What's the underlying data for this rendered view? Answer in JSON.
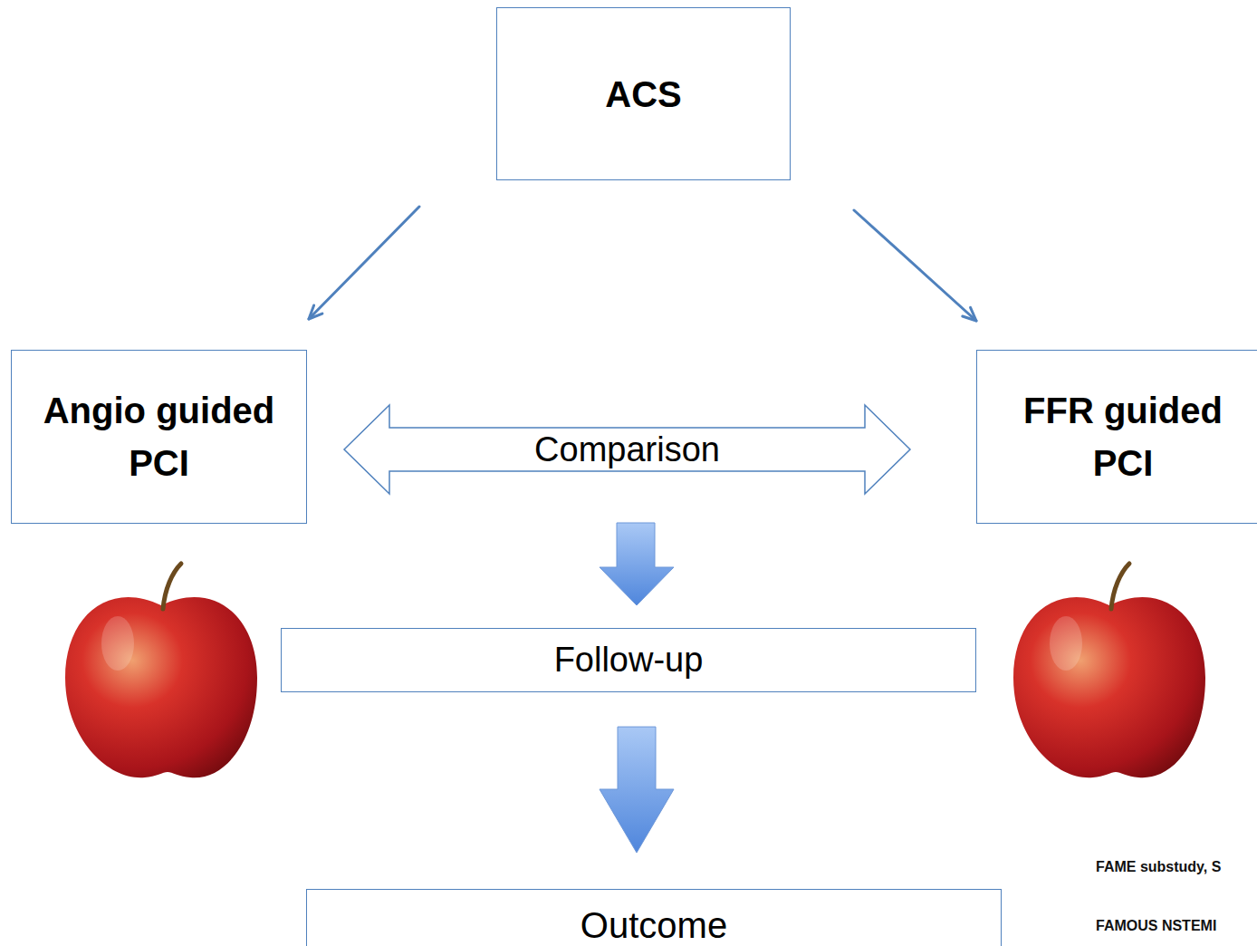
{
  "diagram": {
    "nodes": [
      {
        "text": [
          "ACS"
        ]
      },
      {
        "text": [
          "Angio guided PCI"
        ]
      },
      {
        "text": [
          "FFR guided PCI"
        ]
      },
      {
        "text": [
          "Follow-up"
        ]
      },
      {
        "text": [
          "Outcome"
        ]
      }
    ],
    "edges": [
      {
        "from": 0,
        "to": 1,
        "arrow": "to"
      },
      {
        "from": 0,
        "to": 2,
        "arrow": "to"
      },
      {
        "from": 1,
        "to": 2,
        "label": "Comparison",
        "arrow": "both"
      },
      {
        "from": 3,
        "to": 4,
        "arrow": "to"
      }
    ],
    "labels": [
      "FAME substudy, S",
      "FAMOUS NSTEMI"
    ]
  }
}
